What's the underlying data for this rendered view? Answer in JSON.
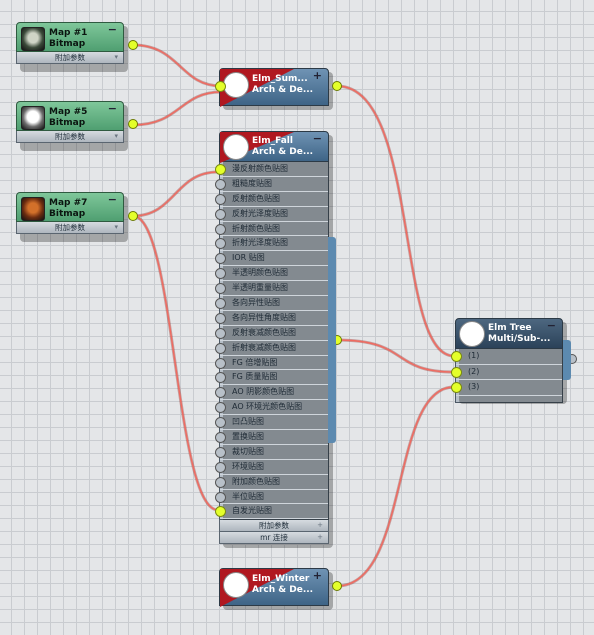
{
  "nodes": {
    "map1": {
      "name": "Map #1",
      "type": "Bitmap",
      "bar": "附加参数"
    },
    "map5": {
      "name": "Map #5",
      "type": "Bitmap",
      "bar": "附加参数"
    },
    "map7": {
      "name": "Map #7",
      "type": "Bitmap",
      "bar": "附加参数"
    },
    "elm_summer": {
      "line1": "Elm_Sum...",
      "line2": "Arch & De..."
    },
    "elm_fall": {
      "line1": "Elm_Fall",
      "line2": "Arch & De...",
      "slots": [
        "漫反射颜色贴图",
        "粗糙度贴图",
        "反射颜色贴图",
        "反射光泽度贴图",
        "折射颜色贴图",
        "折射光泽度贴图",
        "IOR 贴图",
        "半透明颜色贴图",
        "半透明重量贴图",
        "各向异性贴图",
        "各向异性角度贴图",
        "反射衰减颜色贴图",
        "折射衰减颜色贴图",
        "FG 倍增贴图",
        "FG 质量贴图",
        "AO 阴影颜色贴图",
        "AO 环境光颜色贴图",
        "凹凸贴图",
        "置换贴图",
        "裁切贴图",
        "环境贴图",
        "附加颜色贴图",
        "半位贴图",
        "自发光贴图"
      ],
      "bar1": "附加参数",
      "bar2": "mr 连接"
    },
    "elm_winter": {
      "line1": "Elm_Winter",
      "line2": "Arch & De..."
    },
    "elm_tree": {
      "line1": "Elm Tree",
      "line2": "Multi/Sub-...",
      "slots": [
        "(1)",
        "(2)",
        "(3)"
      ]
    }
  },
  "icons": {
    "collapse": "−",
    "expand": "+",
    "arrow": "▾"
  },
  "colors": {
    "wire": "#e0443a",
    "socket_on": "#e4ff2a",
    "bitmap_header": "#63b384",
    "material_header": "#5a7fa2"
  }
}
